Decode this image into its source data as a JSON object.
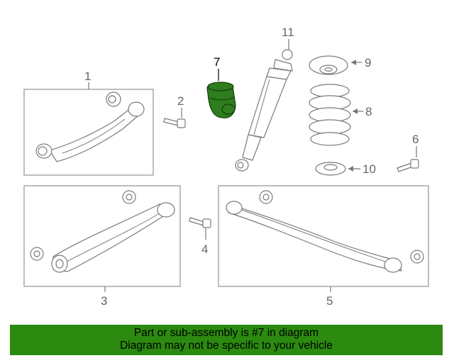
{
  "diagram": {
    "callouts": {
      "c1": "1",
      "c2": "2",
      "c3": "3",
      "c4": "4",
      "c5": "5",
      "c6": "6",
      "c7": "7",
      "c8": "8",
      "c9": "9",
      "c10": "10",
      "c11": "11"
    },
    "highlight_color": "#2e7d1e",
    "highlighted_part": "7"
  },
  "banner": {
    "line1": "Part or sub-assembly is #7 in diagram",
    "line2": "Diagram may not be specific to your vehicle",
    "color": "#2b8a0f"
  }
}
